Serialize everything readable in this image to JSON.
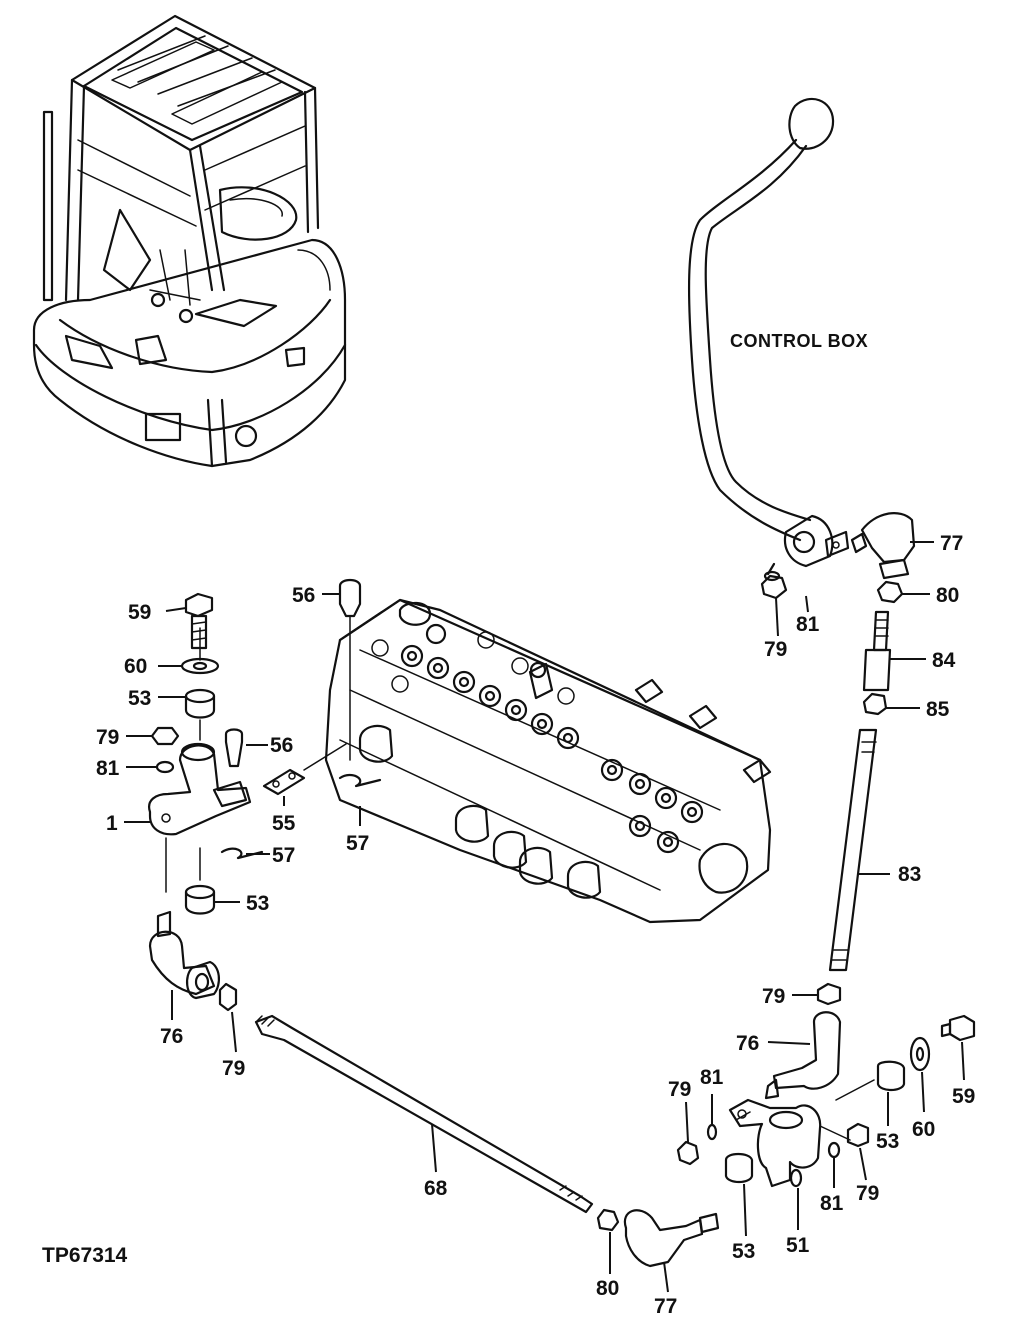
{
  "figure_code": "TP67314",
  "control_box_label": "CONTROL BOX",
  "callouts": {
    "c59a": "59",
    "c60a": "60",
    "c53a": "53",
    "c79a": "79",
    "c81a": "81",
    "c1": "1",
    "c56a": "56",
    "c55": "55",
    "c57a": "57",
    "c53b": "53",
    "c56b": "56",
    "c57b": "57",
    "c76a": "76",
    "c79b": "79",
    "c68": "68",
    "c80a": "80",
    "c77a": "77",
    "c53c": "53",
    "c51": "51",
    "c81b": "81",
    "c79c": "79",
    "c53d": "53",
    "c60b": "60",
    "c59b": "59",
    "c79d": "79",
    "c81c": "81",
    "c76b": "76",
    "c79e": "79",
    "c83": "83",
    "c85": "85",
    "c84": "84",
    "c80b": "80",
    "c77b": "77",
    "c79f": "79",
    "c81d": "81"
  }
}
